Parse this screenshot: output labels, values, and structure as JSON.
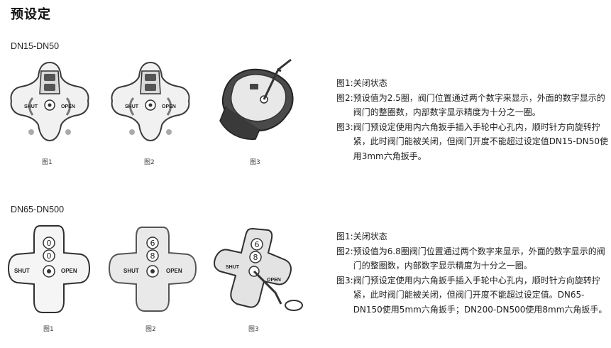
{
  "page": {
    "title": "预设定"
  },
  "sections": [
    {
      "label": "DN15-DN50",
      "figures": [
        {
          "caption": "图1",
          "left_text": "SHUT",
          "right_text": "OPEN"
        },
        {
          "caption": "图2",
          "left_text": "SHUT",
          "right_text": "OPEN"
        },
        {
          "caption": "图3"
        }
      ],
      "descriptions": [
        {
          "label": "图1: ",
          "text": "关闭状态"
        },
        {
          "label": "图2: ",
          "text": "预设值为2.5圈，阀门位置通过两个数字来显示，外面的数字显示的阀门的整圈数，内部数字显示精度为十分之一圈。"
        },
        {
          "label": "图3: ",
          "text": "阀门预设定使用内六角扳手插入手轮中心孔内，顺时针方向旋转拧紧，此时阀门能被关闭，但阀门开度不能超过设定值DN15-DN50使用3mm六角扳手。"
        }
      ]
    },
    {
      "label": "DN65-DN500",
      "figures": [
        {
          "caption": "图1",
          "left_text": "SHUT",
          "right_text": "OPEN",
          "top_digit": "0",
          "bottom_digit": "0"
        },
        {
          "caption": "图2",
          "left_text": "SHUT",
          "right_text": "OPEN",
          "top_digit": "6",
          "bottom_digit": "8"
        },
        {
          "caption": "图3",
          "left_text": "SHUT",
          "right_text": "OPEN",
          "top_digit": "6",
          "bottom_digit": "8"
        }
      ],
      "descriptions": [
        {
          "label": "图1: ",
          "text": "关闭状态"
        },
        {
          "label": "图2: ",
          "text": "预设值为6.8圈阀门位置通过两个数字来显示，外面的数字显示的阀门的整圈数，内部数字显示精度为十分之一圈。"
        },
        {
          "label": "图3: ",
          "text": "阀门预设定使用内六角扳手插入手轮中心孔内，顺时针方向旋转拧紧，此时阀门能被关闭，但阀门开度不能超过设定值。DN65-DN150使用5mm六角扳手；DN200-DN500使用8mm六角扳手。"
        }
      ]
    }
  ]
}
